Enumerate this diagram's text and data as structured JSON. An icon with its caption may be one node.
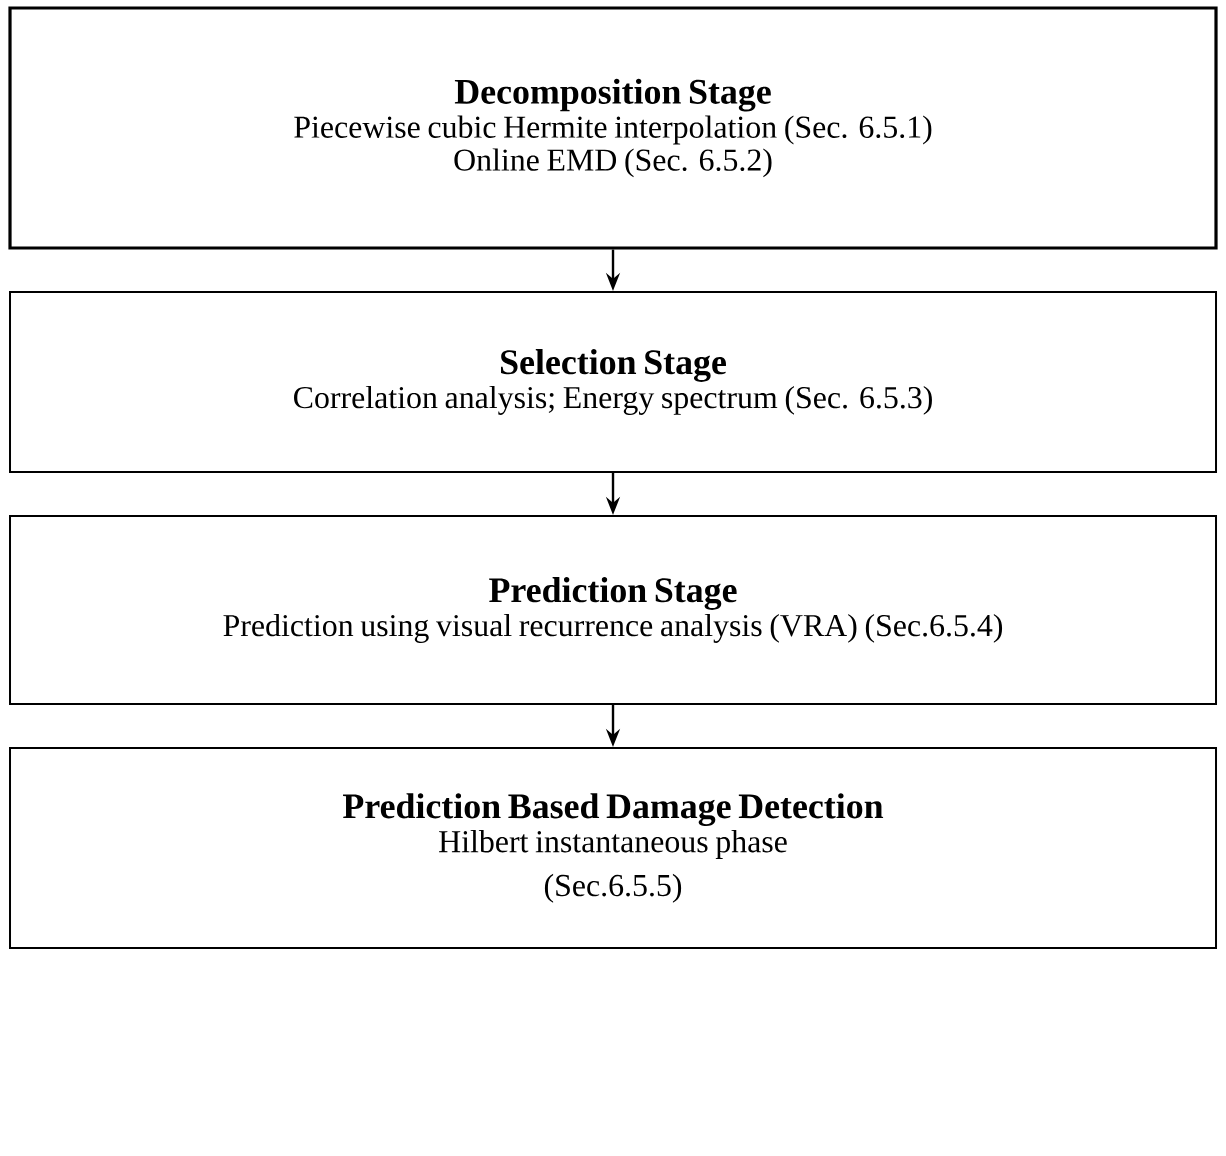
{
  "diagram": {
    "nodes": [
      {
        "text": [
          "Decomposition Stage",
          "Piecewise cubic Hermite interpolation (Sec. 6.5.1)",
          "Online EMD (Sec. 6.5.2)"
        ]
      },
      {
        "text": [
          "Selection Stage",
          "Correlation analysis; Energy spectrum (Sec. 6.5.3)"
        ]
      },
      {
        "text": [
          "Prediction Stage",
          "Prediction using visual recurrence analysis (VRA) (Sec.6.5.4)"
        ]
      },
      {
        "text": [
          "Prediction Based Damage Detection",
          "Hilbert instantaneous phase (Sec.6.5.5)"
        ]
      }
    ],
    "edges": [
      {
        "from": 0,
        "to": 1,
        "arrow": "to"
      },
      {
        "from": 1,
        "to": 2,
        "arrow": "to"
      },
      {
        "from": 2,
        "to": 3,
        "arrow": "to"
      }
    ]
  }
}
